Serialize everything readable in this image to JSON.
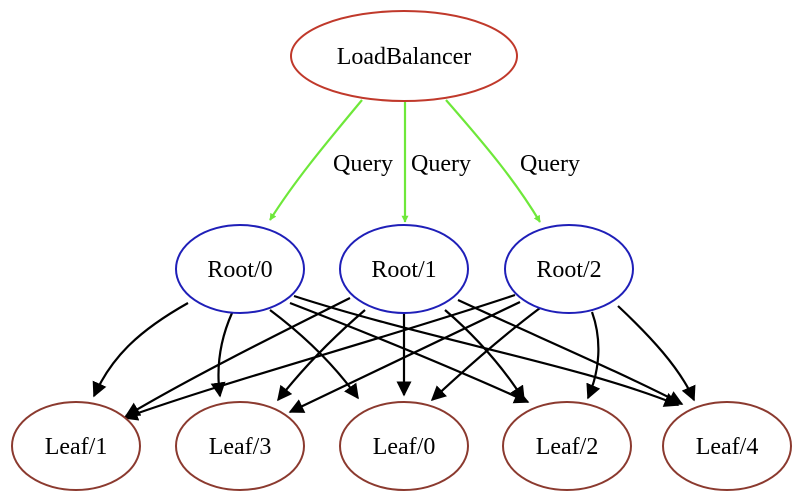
{
  "colors": {
    "top_stroke": "#c0392b",
    "root_stroke": "#1f1fb8",
    "leaf_stroke": "#8b3a2f",
    "query_edge": "#6ee83a",
    "leaf_edge": "#000000"
  },
  "nodes": {
    "loadbalancer": {
      "label": "LoadBalancer"
    },
    "root0": {
      "label": "Root/0"
    },
    "root1": {
      "label": "Root/1"
    },
    "root2": {
      "label": "Root/2"
    },
    "leaf1": {
      "label": "Leaf/1"
    },
    "leaf3": {
      "label": "Leaf/3"
    },
    "leaf0": {
      "label": "Leaf/0"
    },
    "leaf2": {
      "label": "Leaf/2"
    },
    "leaf4": {
      "label": "Leaf/4"
    }
  },
  "edges": {
    "query_label": "Query",
    "query": [
      {
        "from": "loadbalancer",
        "to": "root0",
        "label": "Query"
      },
      {
        "from": "loadbalancer",
        "to": "root1",
        "label": "Query"
      },
      {
        "from": "loadbalancer",
        "to": "root2",
        "label": "Query"
      }
    ],
    "fanout": [
      {
        "from": "root0",
        "to": "leaf1"
      },
      {
        "from": "root0",
        "to": "leaf3"
      },
      {
        "from": "root0",
        "to": "leaf0"
      },
      {
        "from": "root0",
        "to": "leaf2"
      },
      {
        "from": "root0",
        "to": "leaf4"
      },
      {
        "from": "root1",
        "to": "leaf1"
      },
      {
        "from": "root1",
        "to": "leaf3"
      },
      {
        "from": "root1",
        "to": "leaf0"
      },
      {
        "from": "root1",
        "to": "leaf2"
      },
      {
        "from": "root1",
        "to": "leaf4"
      },
      {
        "from": "root2",
        "to": "leaf1"
      },
      {
        "from": "root2",
        "to": "leaf3"
      },
      {
        "from": "root2",
        "to": "leaf0"
      },
      {
        "from": "root2",
        "to": "leaf2"
      },
      {
        "from": "root2",
        "to": "leaf4"
      }
    ]
  }
}
